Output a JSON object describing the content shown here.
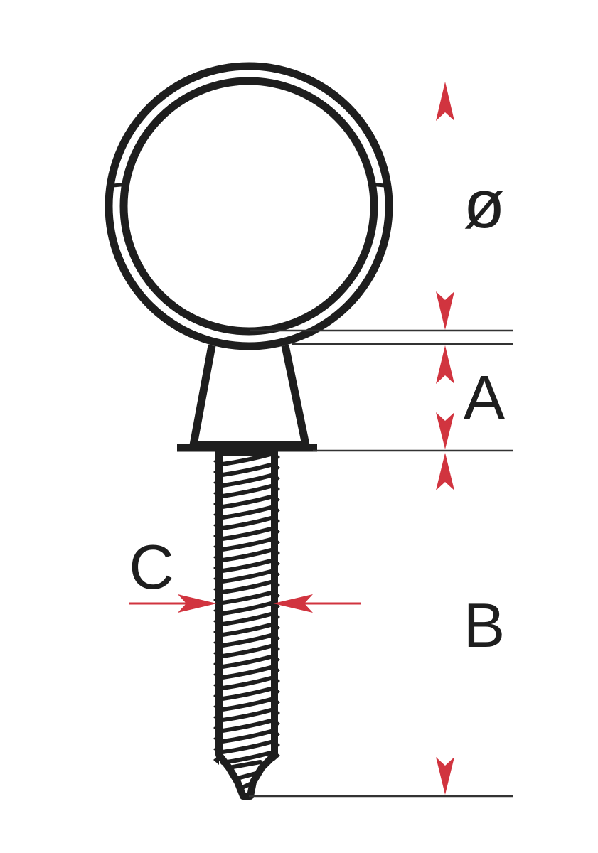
{
  "labels": {
    "diameter": "ø",
    "a": "A",
    "b": "B",
    "c": "C"
  },
  "colors": {
    "outline": "#1e1e1e",
    "dimension_arrow": "#d1343f",
    "dimension_line": "#333333",
    "background": "#ffffff"
  }
}
